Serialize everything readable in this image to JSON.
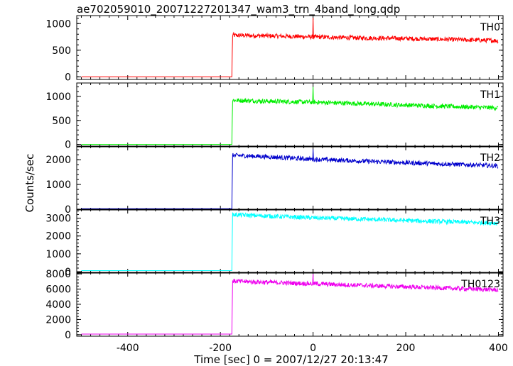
{
  "title": "ae702059010_20071227201347_wam3_trn_4band_long.qdp",
  "xlabel": "Time [sec] 0 = 2007/12/27 20:13:47",
  "ylabel": "Counts/sec",
  "chart_data": {
    "type": "line",
    "title": "ae702059010_20071227201347_wam3_trn_4band_long.qdp",
    "xlabel": "Time [sec] 0 = 2007/12/27 20:13:47",
    "ylabel": "Counts/sec",
    "xlim": [
      -510,
      410
    ],
    "xticks": [
      -400,
      -200,
      0,
      200,
      400
    ],
    "grid": false,
    "legend": "panel labels at top-right of each panel",
    "panels": [
      {
        "name": "TH0",
        "color": "#ff0000",
        "ylim": [
          -50,
          1150
        ],
        "yticks": [
          0,
          500,
          1000
        ],
        "x": [
          -500,
          -175,
          -174,
          -100,
          0,
          100,
          200,
          300,
          400
        ],
        "values": [
          0,
          0,
          780,
          770,
          750,
          730,
          720,
          700,
          680
        ],
        "spike": {
          "x": 0,
          "value": 1110
        }
      },
      {
        "name": "TH1",
        "color": "#00ee00",
        "ylim": [
          -50,
          1280
        ],
        "yticks": [
          0,
          500,
          1000
        ],
        "x": [
          -500,
          -175,
          -174,
          -100,
          0,
          100,
          200,
          300,
          400
        ],
        "values": [
          0,
          0,
          920,
          900,
          880,
          850,
          820,
          790,
          760
        ],
        "spike": {
          "x": 0,
          "value": 1200
        }
      },
      {
        "name": "TH2",
        "color": "#0000cc",
        "ylim": [
          -30,
          2550
        ],
        "yticks": [
          0,
          1000,
          2000
        ],
        "x": [
          -500,
          -175,
          -174,
          -100,
          0,
          100,
          200,
          300,
          400
        ],
        "values": [
          20,
          20,
          2180,
          2120,
          2020,
          1950,
          1880,
          1820,
          1750
        ],
        "spike": {
          "x": 0,
          "value": 2420
        }
      },
      {
        "name": "TH3",
        "color": "#00ffff",
        "ylim": [
          -80,
          3500
        ],
        "yticks": [
          0,
          1000,
          2000,
          3000
        ],
        "x": [
          -500,
          -175,
          -174,
          -100,
          0,
          100,
          200,
          300,
          400
        ],
        "values": [
          60,
          60,
          3200,
          3120,
          3020,
          2950,
          2870,
          2790,
          2720
        ],
        "spike": null
      },
      {
        "name": "TH0123",
        "color": "#ee00ee",
        "ylim": [
          -200,
          8200
        ],
        "yticks": [
          0,
          2000,
          4000,
          6000,
          8000
        ],
        "x": [
          -500,
          -175,
          -174,
          -100,
          0,
          100,
          200,
          300,
          400
        ],
        "values": [
          80,
          80,
          7050,
          6900,
          6700,
          6500,
          6300,
          6100,
          5900
        ],
        "spike": {
          "x": 0,
          "value": 8000
        }
      }
    ]
  }
}
